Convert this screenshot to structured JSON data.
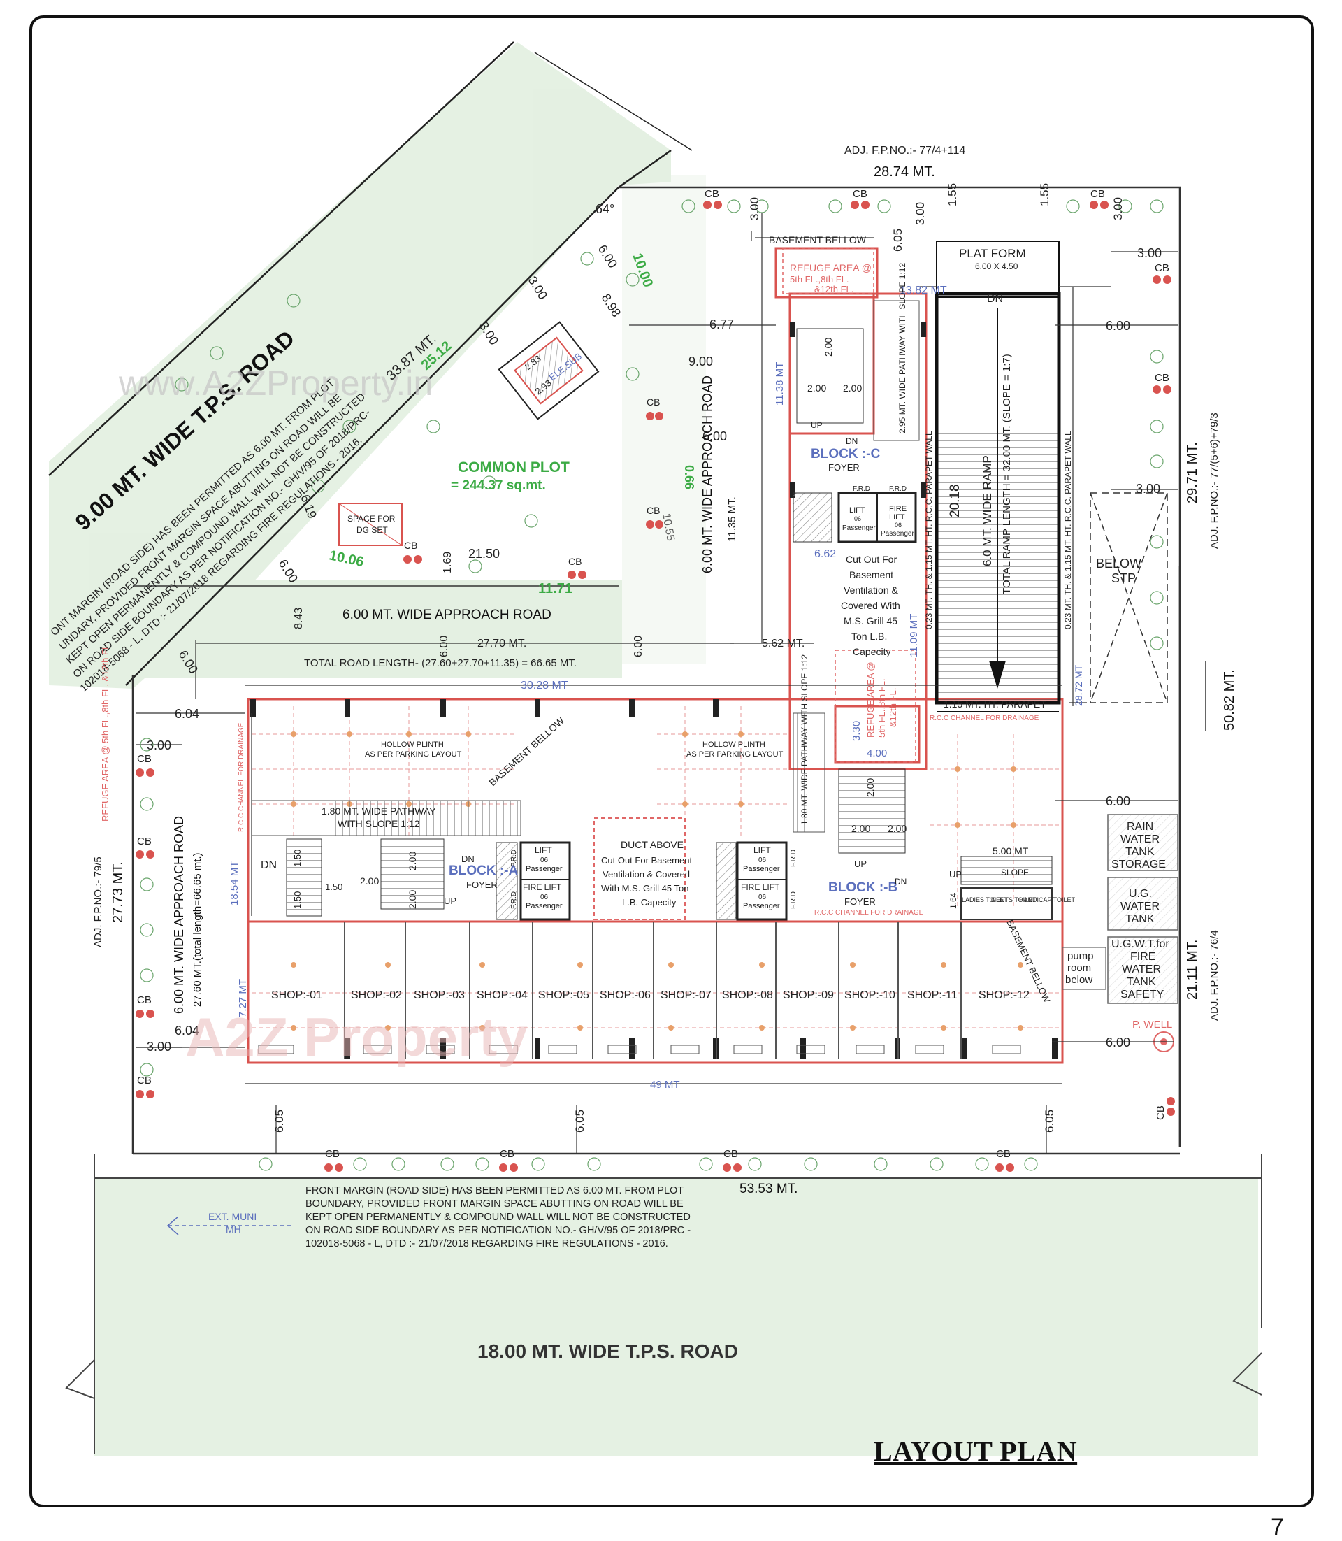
{
  "title": "LAYOUT PLAN",
  "page_number": "7",
  "watermarks": [
    "www.A2ZProperty.in",
    "A2Z Property"
  ],
  "colors": {
    "wall": "#d9534f",
    "green_label": "#3cab45",
    "blue_label": "#5b6fbd",
    "ground_tint": "#d6e9d3"
  },
  "roads": {
    "top": "9.00 MT. WIDE T.P.S. ROAD",
    "bottom": "18.00 MT. WIDE T.P.S. ROAD",
    "approach_h": "6.00 MT. WIDE APPROACH ROAD",
    "approach_v": "6.00 MT. WIDE APPROACH ROAD",
    "approach_left": "6.00 MT. WIDE APPROACH ROAD",
    "total_length": "TOTAL ROAD LENGTH- (27.60+27.70+11.35) = 66.65 MT.",
    "left_total": "27.60 MT.(total length=66.65 mt.)"
  },
  "notes": {
    "front_margin": [
      "FRONT MARGIN (ROAD SIDE) HAS BEEN PERMITTED AS 6.00 MT. FROM PLOT",
      "BOUNDARY, PROVIDED FRONT MARGIN SPACE ABUTTING ON ROAD WILL BE",
      "KEPT OPEN PERMANENTLY & COMPOUND WALL WILL NOT BE CONSTRUCTED",
      "ON ROAD SIDE BOUNDARY AS PER NOTIFICATION NO.- GH/V/95 OF 2018/PRC -",
      "102018-5068 - L, DTD :- 21/07/2018 REGARDING FIRE REGULATIONS - 2016."
    ],
    "diag_margin": [
      "ONT MARGIN (ROAD SIDE) HAS BEEN PERMITTED AS 6.00 MT. FROM PLOT",
      "UNDARY, PROVIDED FRONT MARGIN SPACE ABUTTING ON ROAD WILL BE",
      "KEPT OPEN PERMANENTLY & COMPOUND WALL WILL NOT BE CONSTRUCTED",
      "ON ROAD SIDE BOUNDARY AS PER NOTIFICATION NO.- GH/V/95 OF 2018/PRC-",
      "102018-5068 - L, DTD :- 21/07/2018 REGARDING FIRE REGULATIONS - 2016."
    ]
  },
  "adjacent": {
    "top": "ADJ. F.P.NO.:- 77/4+114",
    "right_top": "ADJ. F.P.NO.:- 77/(5+6)+79/3",
    "right_bottom": "ADJ. F.P.NO.:- 76/4",
    "left": "ADJ. F.P.NO.:- 79/5"
  },
  "boundaries": {
    "top": "28.74 MT.",
    "diag": "33.87 MT.",
    "right_upper": "29.71 MT.",
    "right_total": "50.82 MT.",
    "right_lower": "21.11 MT.",
    "left": "27.73 MT.",
    "bottom": "53.53 MT."
  },
  "common_plot": [
    "COMMON PLOT",
    "= 244.37 sq.mt."
  ],
  "blocks": {
    "a": {
      "name": "BLOCK :-A",
      "foyer": "FOYER"
    },
    "b": {
      "name": "BLOCK :-B",
      "foyer": "FOYER"
    },
    "c": {
      "name": "BLOCK :-C",
      "foyer": "FOYER"
    }
  },
  "labels": {
    "plat_form": "PLAT FORM",
    "plat_form_size": "6.00 X 4.50",
    "ramp": "6.0 MT. WIDE RAMP",
    "ramp_length": "TOTAL RAMP LENGTH = 32.00 MT. (SLOPE = 1:7)",
    "parapet": "1.15 MT. HT. PARAPET",
    "parapet_wall": "0.23 MT. TH. & 1.15 MT. HT. R.C.C. PARAPET WALL",
    "below_stp": [
      "BELOW",
      "STP"
    ],
    "basement_bellow": "BASEMENT BELLOW",
    "refuge_area": [
      "REFUGE AREA @",
      "5th FL.,8th FL.",
      "&12th FL."
    ],
    "hollow_plinth": [
      "HOLLOW PLINTH",
      "AS PER PARKING LAYOUT"
    ],
    "pathway_a": [
      "1.80 MT. WIDE PATHWAY",
      "WITH SLOPE 1:12"
    ],
    "pathway_b": "1.80 MT. WIDE PATHWAY WITH SLOPE 1:12",
    "pathway_c": "2.95 MT. WIDE PATHWAY WITH SLOPE 1:12",
    "duct_above": "DUCT ABOVE",
    "cutout": [
      "Cut Out For",
      "Basement",
      "Ventilation &",
      "Covered With",
      "M.S. Grill 45",
      "Ton L.B.",
      "Capecity"
    ],
    "cutout_a": [
      "Cut Out For Basement",
      "Ventilation & Covered",
      "With M.S. Grill 45 Ton",
      "L.B. Capecity"
    ],
    "lift": [
      "LIFT",
      "06",
      "Passenger"
    ],
    "fire_lift": [
      "FIRE LIFT",
      "06",
      "Passenger"
    ],
    "dg_set": [
      "SPACE FOR",
      "DG SET"
    ],
    "ele_sub": "ELE.SUB",
    "rain_water": [
      "RAIN",
      "WATER",
      "TANK",
      "STORAGE"
    ],
    "ug_water": [
      "U.G.",
      "WATER",
      "TANK"
    ],
    "ugwt_fire": [
      "U.G.W.T.for",
      "FIRE",
      "WATER",
      "TANK",
      "SAFETY"
    ],
    "pump_room": [
      "pump",
      "room",
      "below"
    ],
    "p_well": "P. WELL",
    "slope": "SLOPE",
    "toilets": [
      "LADIES TOILET",
      "GENTS TOILET",
      "HANDICAP TOILET"
    ],
    "rcc_channel": "R.C.C CHANNEL FOR DRAINAGE",
    "ext_muni": [
      "EXT. MUNI",
      "MH"
    ],
    "up": "UP",
    "dn": "DN",
    "frd": "F.R.D",
    "cb": "CB"
  },
  "shops": [
    "SHOP:-01",
    "SHOP:-02",
    "SHOP:-03",
    "SHOP:-04",
    "SHOP:-05",
    "SHOP:-06",
    "SHOP:-07",
    "SHOP:-08",
    "SHOP:-09",
    "SHOP:-10",
    "SHOP:-11",
    "SHOP:-12"
  ],
  "dims": {
    "d3_00": "3.00",
    "d6_00": "6.00",
    "d6_04": "6.04",
    "d6_05": "6.05",
    "d6_77": "6.77",
    "d9_00": "9.00",
    "d8_98": "8.98",
    "d10_00": "10.00",
    "d25_12": "25.12",
    "d10_06": "10.06",
    "d11_71": "11.71",
    "d21_50": "21.50",
    "d10_55": "10.55",
    "d0_66": "0.66",
    "d1_69": "1.69",
    "d8_43": "8.43",
    "d27_70": "27.70 MT.",
    "d5_62": "5.62 MT.",
    "d30_28": "30.28 MT",
    "d13_82": "13.82 MT",
    "d11_38": "11.38 MT",
    "d11_35": "11.35 MT.",
    "d11_09": "11.09 MT",
    "d20_18": "20.18",
    "d6_62": "6.62",
    "d3_30": "3.30",
    "d4_00": "4.00",
    "d2_00": "2.00",
    "d18_54": "18.54 MT",
    "d7_27": "7.27 MT",
    "d5_00": "5.00 MT",
    "d1_55": "1.55",
    "d28_72": "28.72 MT",
    "d1_50": "1.50",
    "d1_64": "1.64",
    "d64": "64°",
    "d6_19": "6.19",
    "d2_83": "2.83",
    "d2_93": "2.93",
    "d49": "49 MT"
  }
}
